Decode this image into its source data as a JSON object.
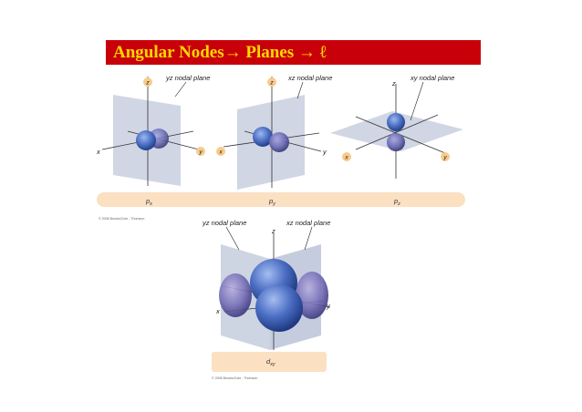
{
  "title": "Angular Nodes→ Planes → ℓ",
  "orbitals": [
    {
      "name": "p",
      "subscript": "x",
      "plane_label": "yz nodal plane"
    },
    {
      "name": "p",
      "subscript": "y",
      "plane_label": "xz nodal plane"
    },
    {
      "name": "p",
      "subscript": "z",
      "plane_label": "xy nodal plane"
    }
  ],
  "dxy": {
    "name": "d",
    "subscript": "xy",
    "plane_labels": [
      "yz nodal plane",
      "xz nodal plane"
    ]
  },
  "axes": {
    "x": "x",
    "y": "y",
    "z": "z"
  },
  "credits": [
    "© 2006 Brooks/Cole - Thomson",
    "© 2006 Brooks/Cole - Thomson"
  ],
  "colors": {
    "title_bg": "#c8000a",
    "title_text": "#ffd800",
    "band": "#fbe0c2",
    "badge": "#f8cb8c",
    "plane": "#c8cfdf",
    "lobe": "#4f73c7"
  }
}
